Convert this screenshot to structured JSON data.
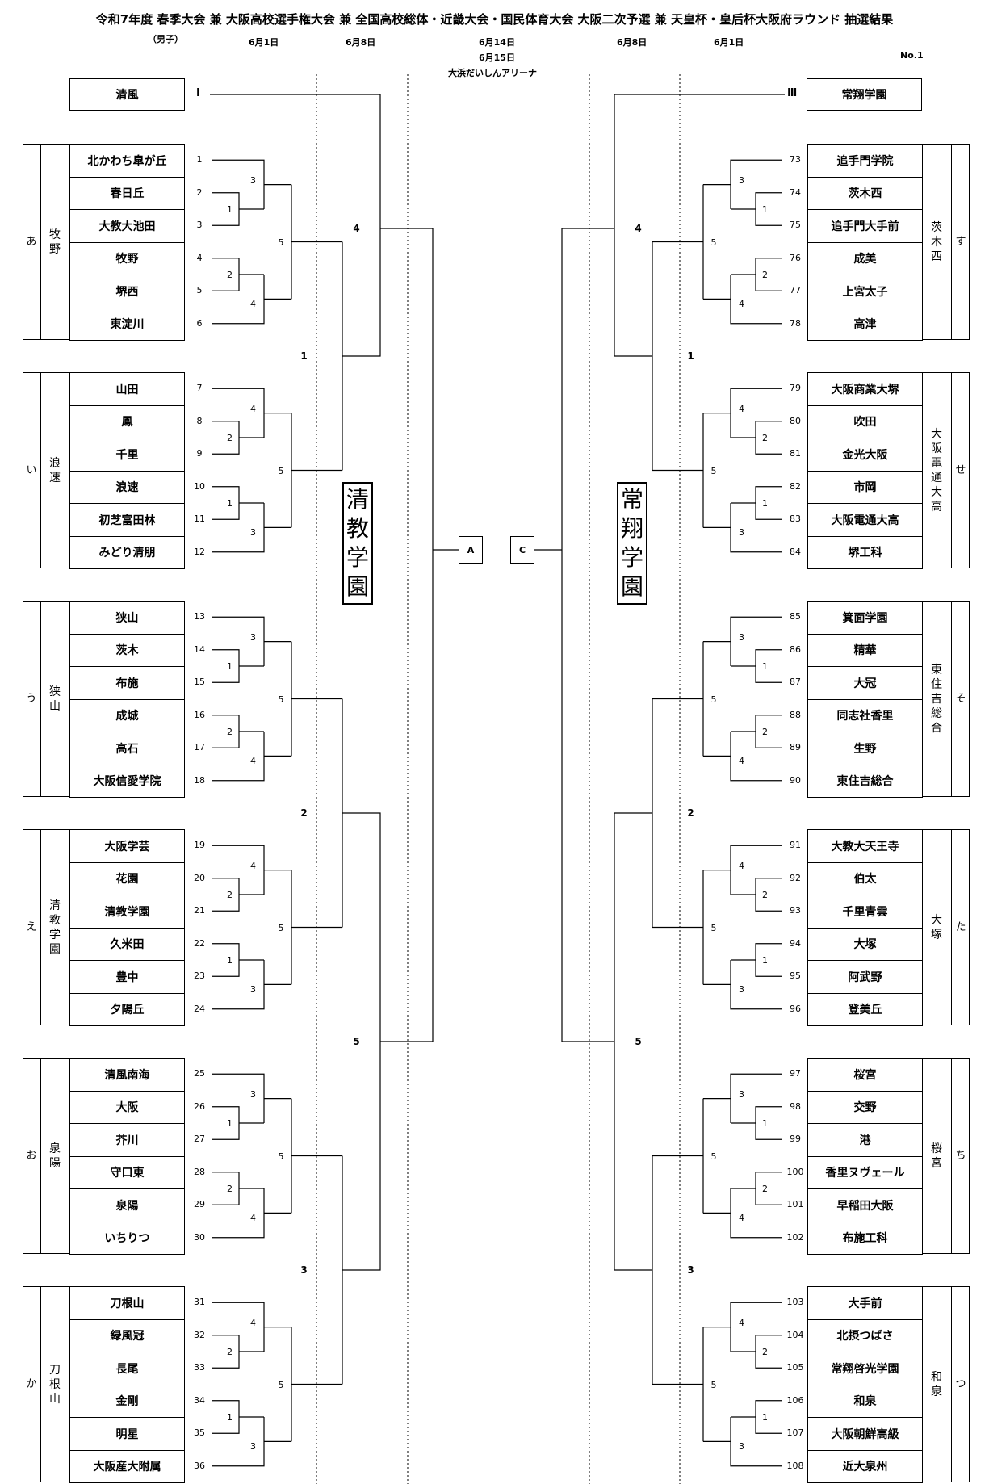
{
  "header": {
    "title": "令和7年度 春季大会 兼 大阪高校選手権大会 兼 全国高校総体・近畿大会・国民体育大会 大阪二次予選 兼 天皇杯・皇后杯大阪府ラウンド 抽選結果",
    "division": "（男子）",
    "page_no": "No.1",
    "dates": {
      "left_r1": "6月1日",
      "left_r2": "6月8日",
      "center_1": "6月14日",
      "center_2": "6月15日",
      "right_r2": "6月8日",
      "right_r1": "6月1日"
    },
    "venue": "大浜だいしんアリーナ"
  },
  "seeds": {
    "left": {
      "school": "清風",
      "mark": "Ⅰ"
    },
    "right": {
      "school": "常翔学園",
      "mark": "Ⅲ"
    }
  },
  "left_blocks": [
    {
      "kana": "あ",
      "name": "牧野",
      "teams": [
        "北かわち皐が丘",
        "春日丘",
        "大教大池田",
        "牧野",
        "堺西",
        "東淀川"
      ],
      "r": {
        "top_inner": "1",
        "top_outer": "3",
        "bot_inner": "2",
        "bot_outer": "4",
        "join": "5"
      }
    },
    {
      "kana": "い",
      "name": "浪速",
      "teams": [
        "山田",
        "鳳",
        "千里",
        "浪速",
        "初芝富田林",
        "みどり清朋"
      ],
      "r": {
        "top_inner": "2",
        "top_outer": "4",
        "bot_inner": "1",
        "bot_outer": "3",
        "join": "5"
      }
    },
    {
      "kana": "う",
      "name": "狭山",
      "teams": [
        "狭山",
        "茨木",
        "布施",
        "成城",
        "高石",
        "大阪信愛学院"
      ],
      "r": {
        "top_inner": "1",
        "top_outer": "3",
        "bot_inner": "2",
        "bot_outer": "4",
        "join": "5"
      }
    },
    {
      "kana": "え",
      "name": "清教学園",
      "teams": [
        "大阪学芸",
        "花園",
        "清教学園",
        "久米田",
        "豊中",
        "夕陽丘"
      ],
      "r": {
        "top_inner": "2",
        "top_outer": "4",
        "bot_inner": "1",
        "bot_outer": "3",
        "join": "5"
      }
    },
    {
      "kana": "お",
      "name": "泉陽",
      "teams": [
        "清風南海",
        "大阪",
        "芥川",
        "守口東",
        "泉陽",
        "いちりつ"
      ],
      "r": {
        "top_inner": "1",
        "top_outer": "3",
        "bot_inner": "2",
        "bot_outer": "4",
        "join": "5"
      }
    },
    {
      "kana": "か",
      "name": "刀根山",
      "teams": [
        "刀根山",
        "緑風冠",
        "長尾",
        "金剛",
        "明星",
        "大阪産大附属"
      ],
      "r": {
        "top_inner": "2",
        "top_outer": "4",
        "bot_inner": "1",
        "bot_outer": "3",
        "join": "5"
      }
    }
  ],
  "right_blocks": [
    {
      "kana": "す",
      "name": "茨木西",
      "teams": [
        "追手門学院",
        "茨木西",
        "追手門大手前",
        "成美",
        "上宮太子",
        "高津"
      ],
      "r": {
        "top_inner": "1",
        "top_outer": "3",
        "bot_inner": "2",
        "bot_outer": "4",
        "join": "5"
      }
    },
    {
      "kana": "せ",
      "name": "大阪電通大高",
      "teams": [
        "大阪商業大堺",
        "吹田",
        "金光大阪",
        "市岡",
        "大阪電通大高",
        "堺工科"
      ],
      "r": {
        "top_inner": "2",
        "top_outer": "4",
        "bot_inner": "1",
        "bot_outer": "3",
        "join": "5"
      }
    },
    {
      "kana": "そ",
      "name": "東住吉総合",
      "teams": [
        "箕面学園",
        "精華",
        "大冠",
        "同志社香里",
        "生野",
        "東住吉総合"
      ],
      "r": {
        "top_inner": "1",
        "top_outer": "3",
        "bot_inner": "2",
        "bot_outer": "4",
        "join": "5"
      }
    },
    {
      "kana": "た",
      "name": "大塚",
      "teams": [
        "大教大天王寺",
        "伯太",
        "千里青雲",
        "大塚",
        "阿武野",
        "登美丘"
      ],
      "r": {
        "top_inner": "2",
        "top_outer": "4",
        "bot_inner": "1",
        "bot_outer": "3",
        "join": "5"
      }
    },
    {
      "kana": "ち",
      "name": "桜宮",
      "teams": [
        "桜宮",
        "交野",
        "港",
        "香里ヌヴェール",
        "早稲田大阪",
        "布施工科"
      ],
      "r": {
        "top_inner": "1",
        "top_outer": "3",
        "bot_inner": "2",
        "bot_outer": "4",
        "join": "5"
      }
    },
    {
      "kana": "つ",
      "name": "和泉",
      "teams": [
        "大手前",
        "北摂つばさ",
        "常翔啓光学園",
        "和泉",
        "大阪朝鮮高級",
        "近大泉州"
      ],
      "r": {
        "top_inner": "2",
        "top_outer": "4",
        "bot_inner": "1",
        "bot_outer": "3",
        "join": "5"
      }
    }
  ],
  "left_pair_rounds": [
    "1",
    "2",
    "3"
  ],
  "right_pair_rounds": [
    "1",
    "2",
    "3"
  ],
  "left_semi": {
    "upper": "4",
    "lower": "5"
  },
  "right_semi": {
    "upper": "4",
    "lower": "5"
  },
  "final": {
    "left_court": "A",
    "right_court": "C",
    "left_host": "清教学園",
    "right_host": "常翔学園"
  }
}
